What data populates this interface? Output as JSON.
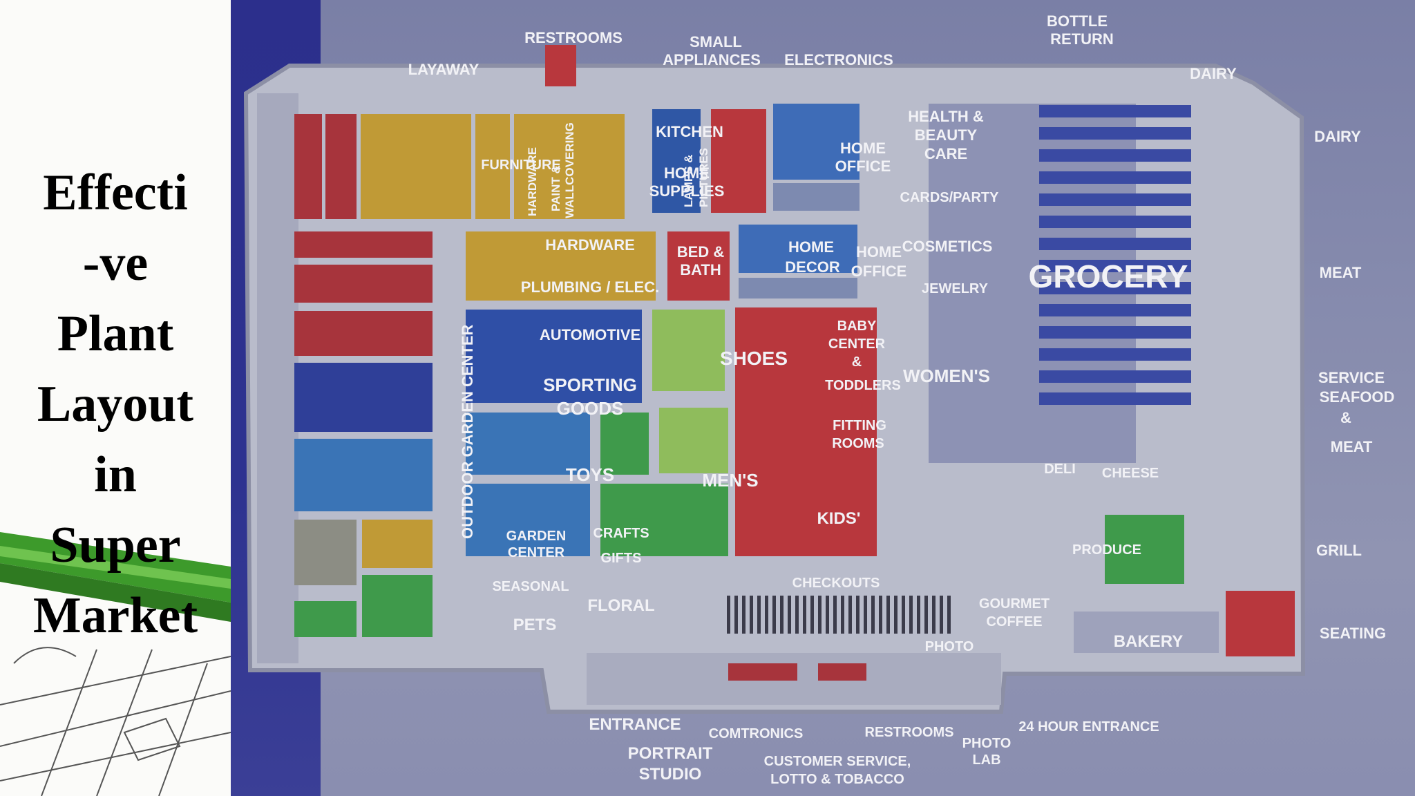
{
  "slide": {
    "title_lines": [
      "Effecti",
      "-ve",
      "Plant",
      "Layout",
      "in",
      "Super",
      "Market"
    ]
  },
  "map": {
    "top_labels": {
      "restrooms": "RESTROOMS",
      "small_appliances_1": "SMALL",
      "small_appliances_2": "APPLIANCES",
      "electronics": "ELECTRONICS",
      "bottle_return_1": "BOTTLE",
      "bottle_return_2": "RETURN",
      "layaway": "LAYAWAY",
      "dairy_top": "DAIRY"
    },
    "right_labels": {
      "dairy": "DAIRY",
      "meat": "MEAT",
      "service_1": "SERVICE",
      "service_2": "SEAFOOD",
      "service_3": "&",
      "service_4": "MEAT",
      "grill": "GRILL",
      "seating": "SEATING"
    },
    "departments": {
      "hardware_v": "HARDWARE",
      "paint_1": "PAINT &",
      "paint_2": "WALLCOVERING",
      "furniture": "FURNITURE",
      "lamps_1": "LAMPS &",
      "lamps_2": "PICTURES",
      "kitchen": "KITCHEN",
      "home_supplies_1": "HOME",
      "home_supplies_2": "SUPPLIES",
      "home_office_top_1": "HOME",
      "home_office_top_2": "OFFICE",
      "health_1": "HEALTH &",
      "health_2": "BEAUTY",
      "health_3": "CARE",
      "cards": "CARDS/PARTY",
      "hardware": "HARDWARE",
      "plumbing": "PLUMBING / ELEC.",
      "automotive": "AUTOMOTIVE",
      "sporting_1": "SPORTING",
      "sporting_2": "GOODS",
      "toys": "TOYS",
      "garden_1": "GARDEN",
      "garden_2": "CENTER",
      "crafts": "CRAFTS",
      "gifts": "GIFTS",
      "seasonal": "SEASONAL",
      "pets": "PETS",
      "floral": "FLORAL",
      "bed_1": "BED &",
      "bed_2": "BATH",
      "decor_1": "HOME",
      "decor_2": "DECOR",
      "home_office_mid_1": "HOME",
      "home_office_mid_2": "OFFICE",
      "cosmetics": "COSMETICS",
      "jewelry": "JEWELRY",
      "shoes": "SHOES",
      "baby_1": "BABY",
      "baby_2": "CENTER",
      "baby_3": "&",
      "baby_4": "TODDLERS",
      "womens": "WOMEN'S",
      "mens": "MEN'S",
      "fitting_1": "FITTING",
      "fitting_2": "ROOMS",
      "kids": "KIDS'",
      "grocery": "GROCERY",
      "deli": "DELI",
      "cheese": "CHEESE",
      "produce": "PRODUCE",
      "gourmet_1": "GOURMET",
      "gourmet_2": "COFFEE",
      "bakery": "BAKERY",
      "checkouts": "CHECKOUTS",
      "photo": "PHOTO",
      "outdoor_garden": "OUTDOOR GARDEN CENTER"
    },
    "bottom_labels": {
      "entrance": "ENTRANCE",
      "portrait_1": "PORTRAIT",
      "portrait_2": "STUDIO",
      "comtronics": "COMTRONICS",
      "customer_1": "CUSTOMER SERVICE,",
      "customer_2": "LOTTO & TOBACCO",
      "restrooms": "RESTROOMS",
      "photo_lab_1": "PHOTO",
      "photo_lab_2": "LAB",
      "entrance_24": "24 HOUR ENTRANCE"
    }
  }
}
